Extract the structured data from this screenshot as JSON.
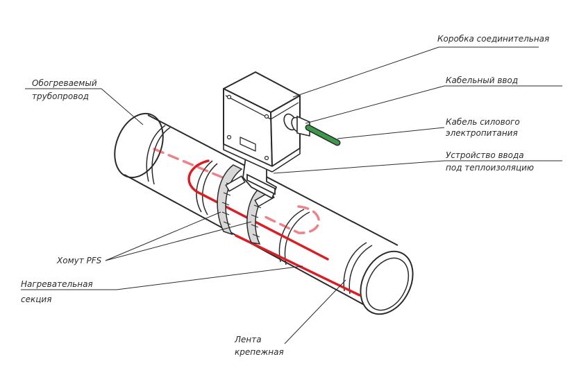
{
  "colors": {
    "line": "#2a2a2a",
    "heating_cable": "#d81f26",
    "power_cable": "#3a9a4a",
    "background": "#ffffff"
  },
  "labels": {
    "junction_box": "Коробка соединительная",
    "cable_gland": "Кабельный ввод",
    "power_cable_line1": "Кабель силового",
    "power_cable_line2": "электропитания",
    "entry_device_line1": "Устройство ввода",
    "entry_device_line2": "под теплоизоляцию",
    "pipe_line1": "Обогреваемый",
    "pipe_line2": "трубопровод",
    "clamp": "Хомут PFS",
    "heating_section_line1": "Нагревательная",
    "heating_section_line2": "секция",
    "tape_line1": "Лента",
    "tape_line2": "крепежная"
  }
}
